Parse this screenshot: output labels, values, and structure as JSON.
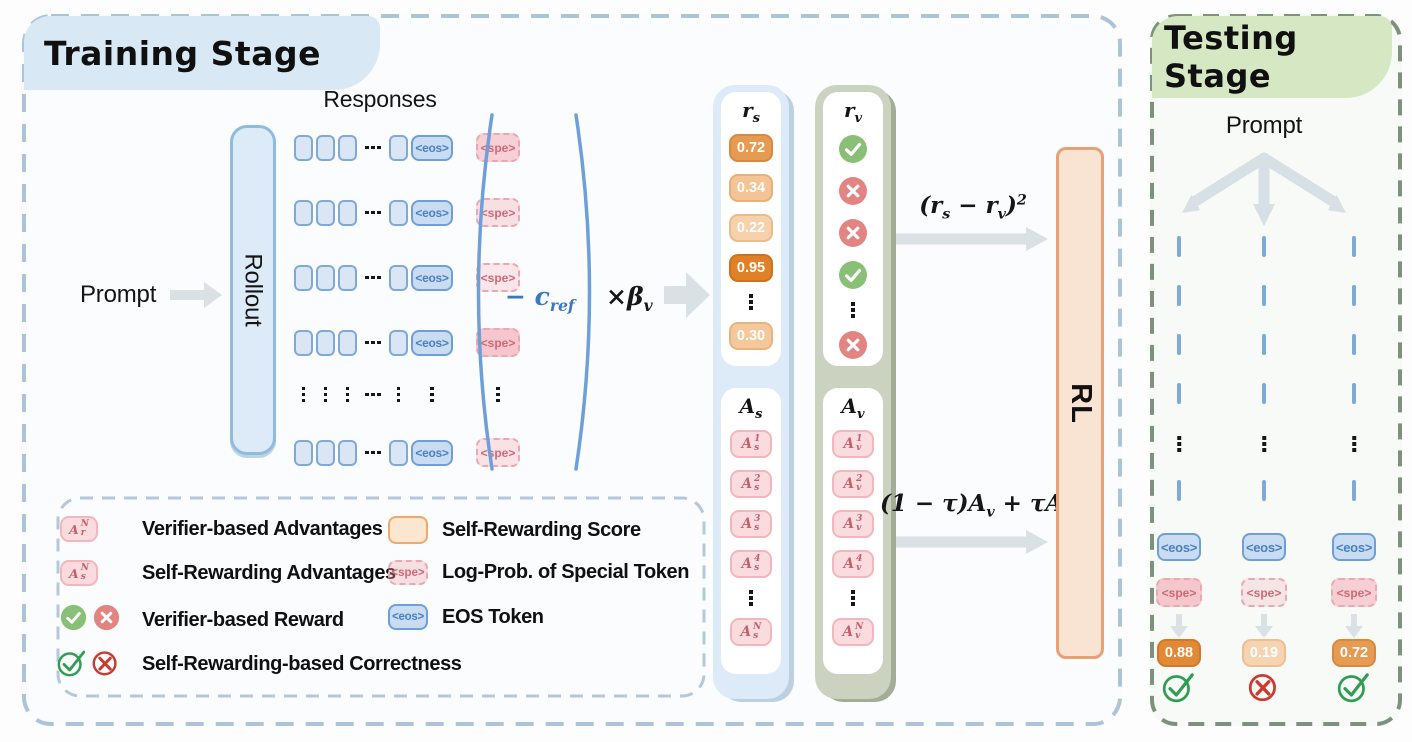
{
  "colors": {
    "accent_blue": "#7fa9d9",
    "token_fill": "#dbe6f4",
    "eos_text": "#4a80c4",
    "spe_pink": "#f1a7b1",
    "score_orange_full": "#dd7c20",
    "score_orange_faint": "#fde9d3",
    "advantage_pink": "#fadbde",
    "verifier_green": "#8abf77",
    "verifier_red": "#e28482",
    "outline_green": "#2f9e52",
    "outline_red": "#c93a31",
    "training_panel_blue": "#d8e8f4",
    "testing_panel_green": "#d5e7c3",
    "sage_panel": "#cbd3c0",
    "light_blue_panel": "#dcebf7",
    "rl_fill": "#f9e3d3",
    "rl_border": "#e7a175",
    "arrow_gray": "#d9e1e5",
    "formula_blue": "#3a79c2"
  },
  "training": {
    "title": "Training Stage",
    "prompt_label": "Prompt",
    "responses_label": "Responses",
    "rollout_label": "Rollout",
    "eos_token": "<eos>",
    "spe_token": "<spe>",
    "response_rows": [
      {
        "type": "tokens",
        "spe_logprob": 0.72
      },
      {
        "type": "tokens",
        "spe_logprob": 0.34
      },
      {
        "type": "tokens",
        "spe_logprob": 0.22
      },
      {
        "type": "tokens",
        "spe_logprob": 0.95
      },
      {
        "type": "dots"
      },
      {
        "type": "tokens",
        "spe_logprob": 0.3
      }
    ],
    "ref_formula": {
      "minus": "−",
      "var": "c",
      "sub": "ref"
    },
    "scale_formula": {
      "times": "×",
      "var": "β",
      "sub": "v"
    },
    "self_reward_column": {
      "header_var": "r",
      "header_sub": "s",
      "scores": [
        "0.72",
        "0.34",
        "0.22",
        "0.95",
        "⋮",
        "0.30"
      ]
    },
    "verifier_reward_column": {
      "header_var": "r",
      "header_sub": "v",
      "marks": [
        "check",
        "cross",
        "cross",
        "check",
        "⋮",
        "cross"
      ]
    },
    "self_adv_column": {
      "header_var": "A",
      "header_sub": "s",
      "items": [
        "1",
        "2",
        "3",
        "4",
        "⋮",
        "N"
      ]
    },
    "verifier_adv_column": {
      "header_var": "A",
      "header_sub": "v",
      "items": [
        "1",
        "2",
        "3",
        "4",
        "⋮",
        "N"
      ]
    },
    "reward_loss_formula": {
      "pre": "(r",
      "sub1": "s",
      "mid": " − r",
      "sub2": "v",
      "post": ")",
      "sup": "2"
    },
    "advantage_mix_formula": {
      "pre": "(1 − τ)A",
      "sub1": "v",
      "mid": " + τA",
      "sub2": "s"
    },
    "rl_label": "RL"
  },
  "legend": {
    "items_left": [
      {
        "icon": "verifier-advantage-chip",
        "label": "Verifier-based Advantages",
        "chip": {
          "var": "A",
          "sup": "N",
          "sub": "r"
        }
      },
      {
        "icon": "self-rewarding-advantage-chip",
        "label": "Self-Rewarding Advantages",
        "chip": {
          "var": "A",
          "sup": "N",
          "sub": "s"
        }
      },
      {
        "icon": "verifier-reward-marks",
        "label": "Verifier-based Reward"
      },
      {
        "icon": "self-rewarding-marks",
        "label": "Self-Rewarding-based Correctness"
      }
    ],
    "items_right": [
      {
        "icon": "score-box",
        "label": "Self-Rewarding Score"
      },
      {
        "icon": "spe-chip",
        "label": "Log-Prob. of Special Token"
      },
      {
        "icon": "eos-chip",
        "label": "EOS Token"
      }
    ]
  },
  "testing": {
    "title": "Testing Stage",
    "prompt_label": "Prompt",
    "eos_token": "<eos>",
    "spe_token": "<spe>",
    "columns": [
      {
        "score": "0.88",
        "correct": "check"
      },
      {
        "score": "0.19",
        "correct": "cross"
      },
      {
        "score": "0.72",
        "correct": "check"
      }
    ]
  }
}
